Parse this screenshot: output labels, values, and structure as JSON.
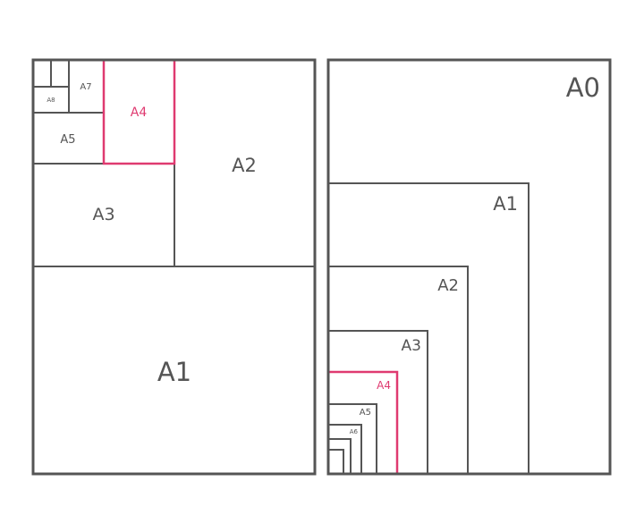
{
  "left_diagram": {
    "labels": {
      "a1": "A1",
      "a2": "A2",
      "a3": "A3",
      "a4": "A4",
      "a5": "A5",
      "a7": "A7",
      "a8": "A8"
    }
  },
  "right_diagram": {
    "labels": {
      "a0": "A0",
      "a1": "A1",
      "a2": "A2",
      "a3": "A3",
      "a4": "A4",
      "a5": "A5",
      "a6": "A6"
    }
  },
  "colors": {
    "stroke": "#555555",
    "highlight": "#df3a70"
  }
}
